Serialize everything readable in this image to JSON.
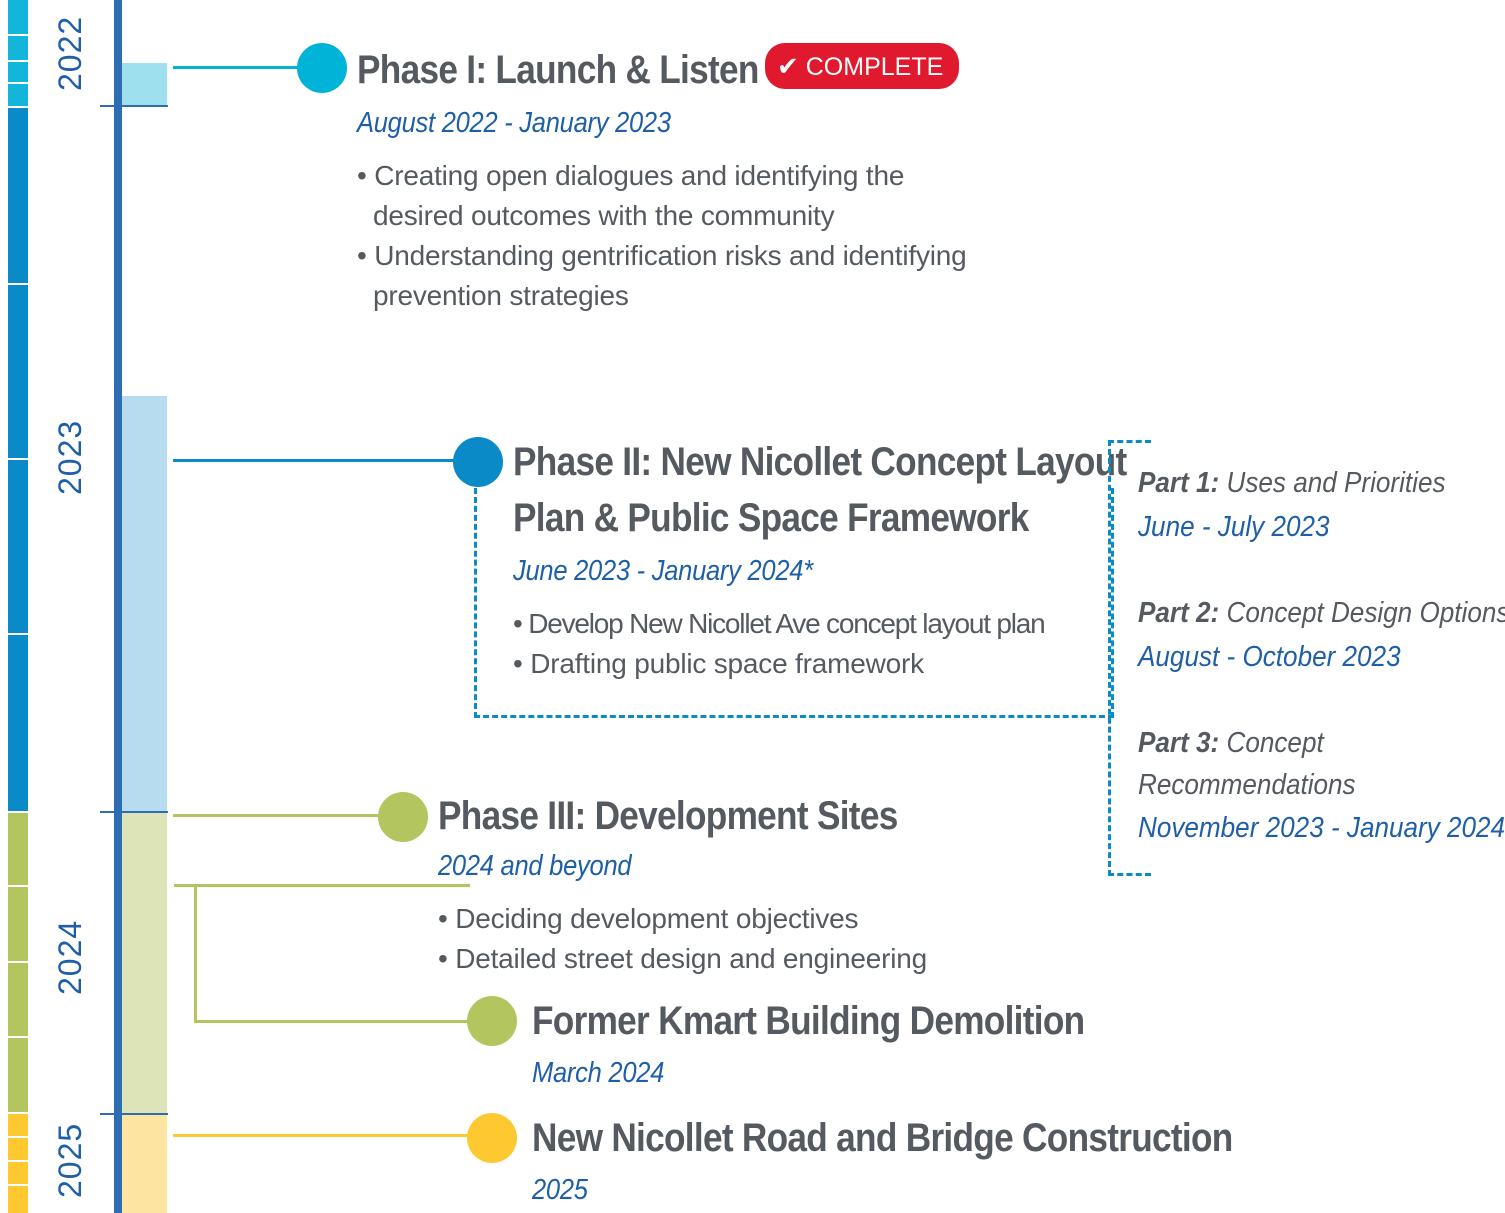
{
  "colors": {
    "axis": "#2e6db4",
    "phase1": "#00b3d7",
    "phase2": "#0a8ac6",
    "phase3": "#b3c55e",
    "milestone_2025": "#fdc830",
    "complete_badge": "#e0192f",
    "title_text": "#555a60",
    "date_text": "#1f5fa8"
  },
  "years": [
    "2022",
    "2023",
    "2024",
    "2025"
  ],
  "phase1": {
    "title": "Phase I: Launch & Listen",
    "badge_icon": "checkmark-icon",
    "badge_label": "COMPLETE",
    "dates": "August 2022 - January 2023",
    "bullets": [
      "Creating open dialogues and identifying the desired outcomes with the community",
      "Understanding gentrification risks and identifying prevention strategies"
    ]
  },
  "phase2": {
    "title_line1": "Phase II: New Nicollet Concept Layout",
    "title_line2": "Plan & Public Space Framework",
    "dates": "June 2023 - January 2024*",
    "bullets": [
      "Develop New Nicollet Ave concept layout plan",
      "Drafting public space framework"
    ],
    "parts": [
      {
        "label": "Part 1:",
        "name": "Uses and Priorities",
        "dates": "June - July 2023"
      },
      {
        "label": "Part 2:",
        "name": "Concept Design Options",
        "dates": "August - October 2023"
      },
      {
        "label": "Part 3:",
        "name_line1": "Concept",
        "name_line2": "Recommendations",
        "dates": "November 2023 - January 2024"
      }
    ]
  },
  "phase3": {
    "title": "Phase III: Development Sites",
    "dates": "2024 and beyond",
    "bullets": [
      "Deciding development objectives",
      "Detailed street design and engineering"
    ]
  },
  "kmart": {
    "title": "Former Kmart Building Demolition",
    "dates": "March 2024"
  },
  "construction": {
    "title": "New Nicollet Road and Bridge Construction",
    "dates": "2025"
  }
}
